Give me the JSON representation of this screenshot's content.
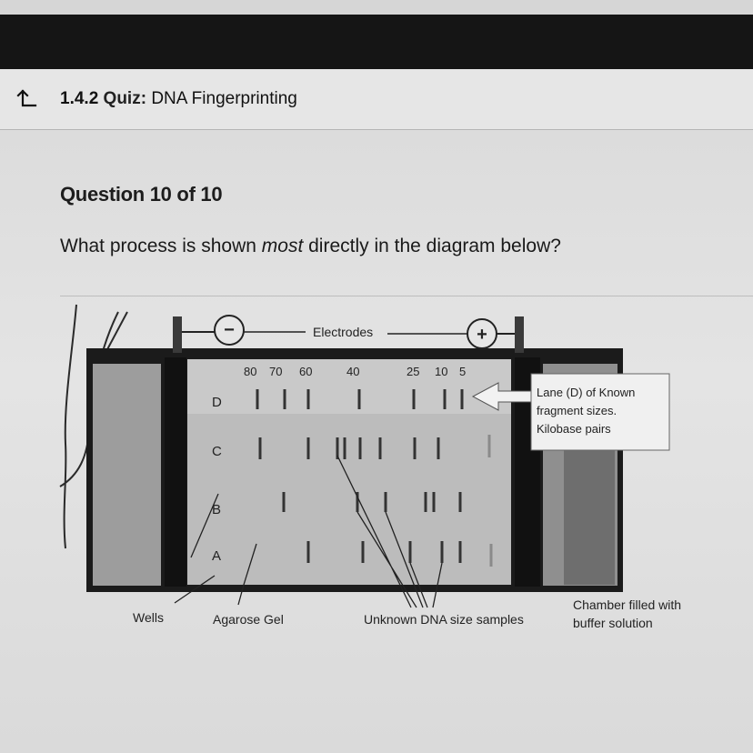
{
  "header": {
    "quiz_number": "1.4.2",
    "quiz_word": "Quiz:",
    "quiz_name": "DNA Fingerprinting"
  },
  "question": {
    "number_label": "Question 10 of 10",
    "text_before": "What process is shown ",
    "text_emphasis": "most",
    "text_after": " directly in the diagram below?"
  },
  "diagram": {
    "electrodes_label": "Electrodes",
    "minus_symbol": "−",
    "plus_symbol": "+",
    "size_markers": [
      "80",
      "70",
      "60",
      "40",
      "25",
      "10",
      "5"
    ],
    "lane_labels": [
      "D",
      "C",
      "B",
      "A"
    ],
    "callout_line1": "Lane (D) of Known",
    "callout_line2": "fragment sizes.",
    "callout_line3": "Kilobase pairs",
    "label_wells": "Wells",
    "label_gel": "Agarose Gel",
    "label_unknown": "Unknown DNA size samples",
    "label_chamber_line1": "Chamber filled with",
    "label_chamber_line2": "buffer solution"
  },
  "icons": {
    "back": "back-arrow-icon"
  }
}
